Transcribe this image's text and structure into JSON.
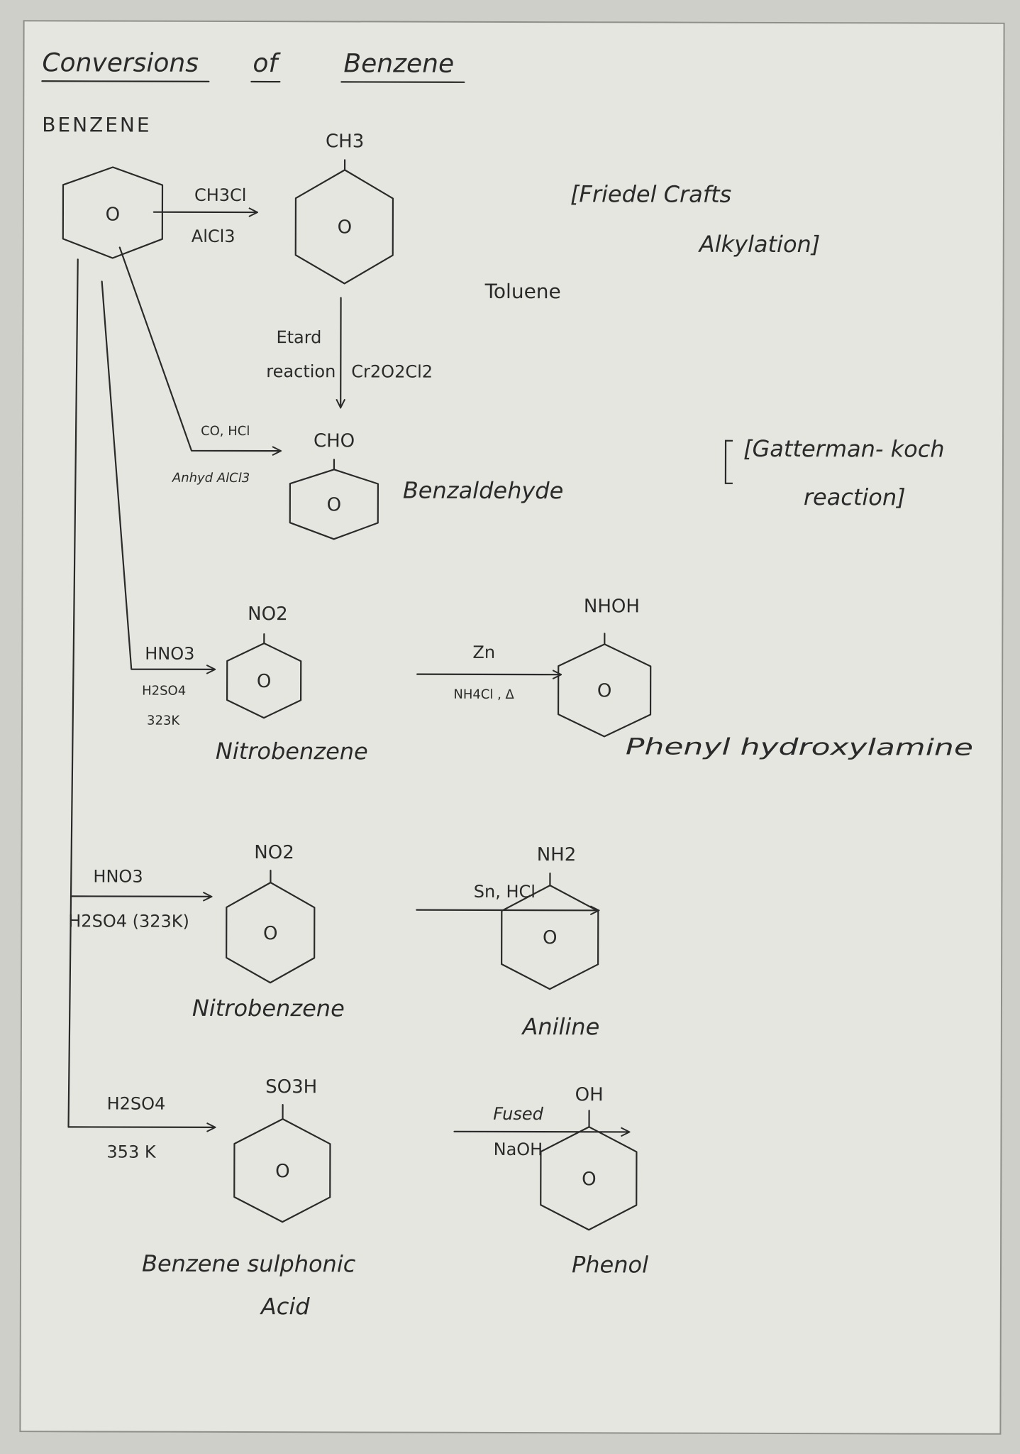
{
  "title": {
    "w1": "Conversions",
    "w2": "of",
    "w3": "Benzene"
  },
  "benzene_label": "BENZENE",
  "ring_marker": "O",
  "reactions": {
    "toluene": {
      "reagent_top": "CH3Cl",
      "reagent_bottom": "AlCl3",
      "product_group": "CH3",
      "product_name": "Toluene",
      "note_line1": "[Friedel Crafts",
      "note_line2": "Alkylation]"
    },
    "etard": {
      "reagent_left_line1": "Etard",
      "reagent_left_line2": "reaction",
      "reagent_right": "Cr2O2Cl2"
    },
    "benzaldehyde": {
      "reagent_top": "CO, HCl",
      "reagent_bottom": "Anhyd AlCl3",
      "product_group": "CHO",
      "product_name": "Benzaldehyde",
      "note_line1": "[Gatterman- koch",
      "note_line2": "reaction]"
    },
    "nitration_1": {
      "reagent_top": "HNO3",
      "reagent_mid": "H2SO4",
      "reagent_bottom": "323K",
      "product_group": "NO2",
      "product_name": "Nitrobenzene"
    },
    "phenylhydroxylamine": {
      "reagent_top": "Zn",
      "reagent_bottom": "NH4Cl , Δ",
      "product_group": "NHOH",
      "product_name": "Phenyl hydroxylamine"
    },
    "nitration_2": {
      "reagent_top": "HNO3",
      "reagent_bottom": "H2SO4 (323K)",
      "product_group": "NO2",
      "product_name": "Nitrobenzene"
    },
    "aniline": {
      "reagent_top": "Sn, HCl",
      "product_group": "NH2",
      "product_name": "Aniline"
    },
    "sulphonation": {
      "reagent_top": "H2SO4",
      "reagent_bottom": "353 K",
      "product_group": "SO3H",
      "product_name_line1": "Benzene sulphonic",
      "product_name_line2": "Acid"
    },
    "phenol": {
      "reagent_top": "Fused",
      "reagent_bottom": "NaOH",
      "product_group": "OH",
      "product_name": "Phenol"
    }
  },
  "colors": {
    "paper": "#e6e6e1",
    "ink": "#2a2a2a",
    "background": "#cfcfc9"
  }
}
